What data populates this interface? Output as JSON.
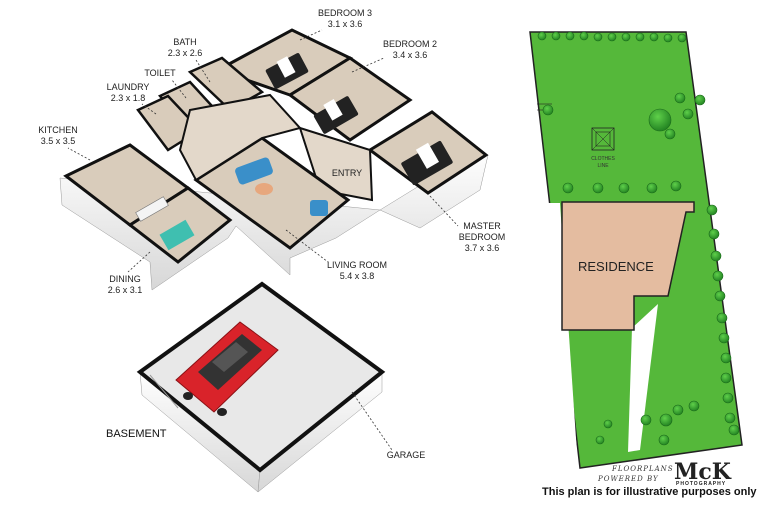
{
  "floorplan": {
    "rooms": [
      {
        "name": "BEDROOM 3",
        "dims": "3.1 x 3.6"
      },
      {
        "name": "BATH",
        "dims": "2.3 x 2.6"
      },
      {
        "name": "BEDROOM 2",
        "dims": "3.4 x 3.6"
      },
      {
        "name": "TOILET",
        "dims": ""
      },
      {
        "name": "LAUNDRY",
        "dims": "2.3 x 1.8"
      },
      {
        "name": "KITCHEN",
        "dims": "3.5 x 3.5"
      },
      {
        "name": "ENTRY",
        "dims": ""
      },
      {
        "name": "MASTER BEDROOM",
        "dims": "3.7 x 3.6"
      },
      {
        "name": "DINING",
        "dims": "2.6 x 3.1"
      },
      {
        "name": "LIVING ROOM",
        "dims": "5.4 x 3.8"
      }
    ],
    "master_lines": [
      "MASTER",
      "BEDROOM"
    ],
    "basement_label": "BASEMENT",
    "garage_label": "GARAGE"
  },
  "site": {
    "residence_label": "RESIDENCE",
    "clothesline_lines": [
      "CLOTHES",
      "LINE"
    ]
  },
  "branding": {
    "line1": "FLOORPLANS",
    "line2": "POWERED BY",
    "logo": "McK",
    "logo_sub": "PHOTOGRAPHY"
  },
  "disclaimer": "This plan is for illustrative purposes only",
  "colors": {
    "floor": "#d9ccbb",
    "wall": "#111111",
    "wall_face": "#f2f2f2",
    "lawn": "#55b83a",
    "tree": "#2f9a2b",
    "residence": "#e4bca0",
    "car": "#d9232a"
  }
}
